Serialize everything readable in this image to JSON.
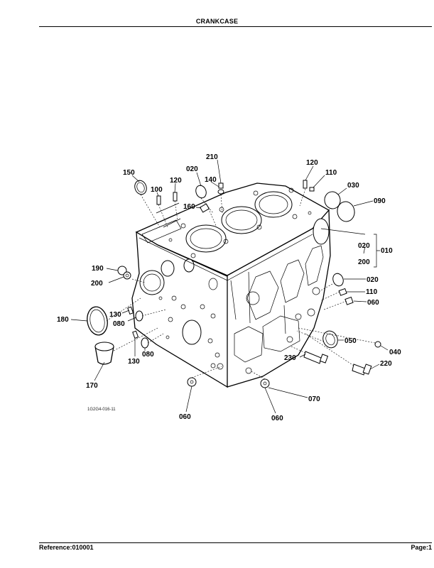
{
  "header": {
    "title": "CRANKCASE"
  },
  "footer": {
    "reference": "Reference:010001",
    "page": "Page:1"
  },
  "diagram": {
    "figure_code": "1G2G4-016-11",
    "callouts": {
      "c210": "210",
      "c120a": "120",
      "c110a": "110",
      "c150": "150",
      "c020a": "020",
      "c140": "140",
      "c120b": "120",
      "c100": "100",
      "c030": "030",
      "c090": "090",
      "c160": "160",
      "c020b": "020",
      "c010": "010",
      "c200a": "200",
      "c190": "190",
      "c200b": "200",
      "c020c": "020",
      "c110b": "110",
      "c060a": "060",
      "c180": "180",
      "c130a": "130",
      "c080a": "080",
      "c050": "050",
      "c040": "040",
      "c080b": "080",
      "c230": "230",
      "c220": "220",
      "c130b": "130",
      "c170": "170",
      "c070": "070",
      "c060b": "060",
      "c060c": "060"
    }
  }
}
